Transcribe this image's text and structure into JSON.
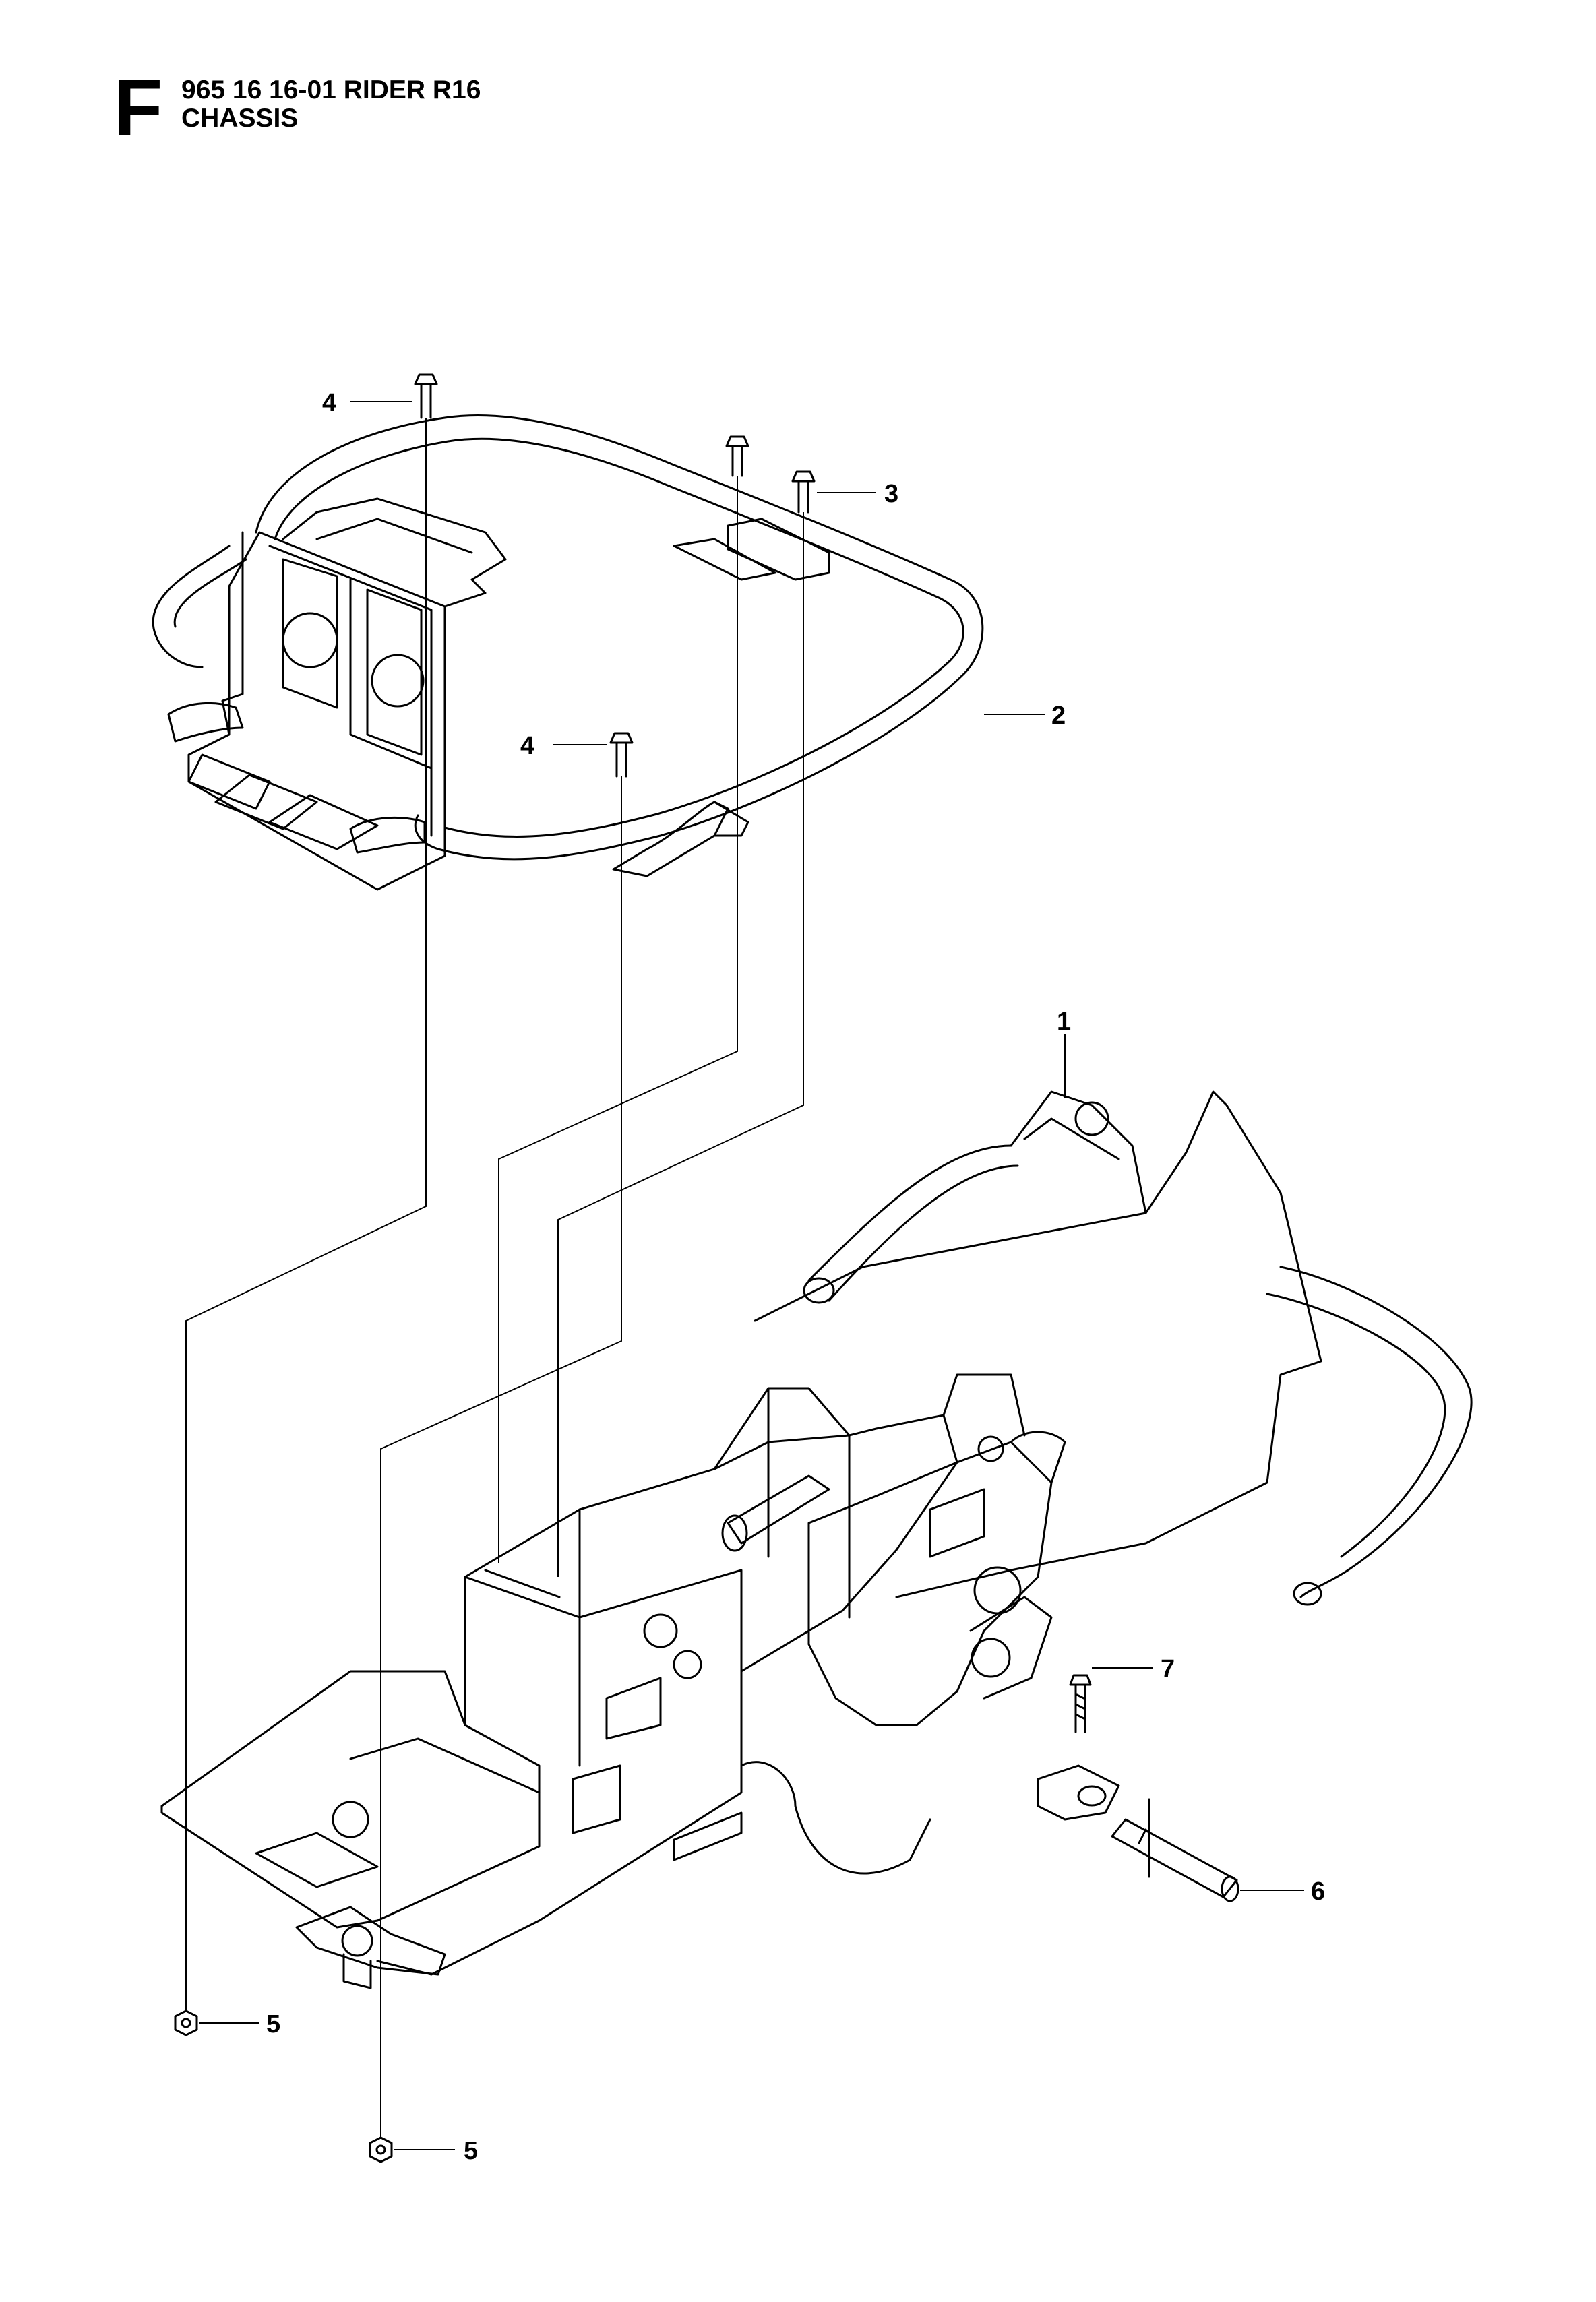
{
  "header": {
    "section_letter": "F",
    "title_line1": "965 16 16-01 RIDER R16",
    "title_line2": "CHASSIS"
  },
  "callouts": [
    {
      "id": "c4a",
      "label": "4"
    },
    {
      "id": "c3",
      "label": "3"
    },
    {
      "id": "c2",
      "label": "2"
    },
    {
      "id": "c4b",
      "label": "4"
    },
    {
      "id": "c1",
      "label": "1"
    },
    {
      "id": "c7",
      "label": "7"
    },
    {
      "id": "c6",
      "label": "6"
    },
    {
      "id": "c5a",
      "label": "5"
    },
    {
      "id": "c5b",
      "label": "5"
    }
  ],
  "colors": {
    "ink": "#000000",
    "paper": "#ffffff"
  }
}
